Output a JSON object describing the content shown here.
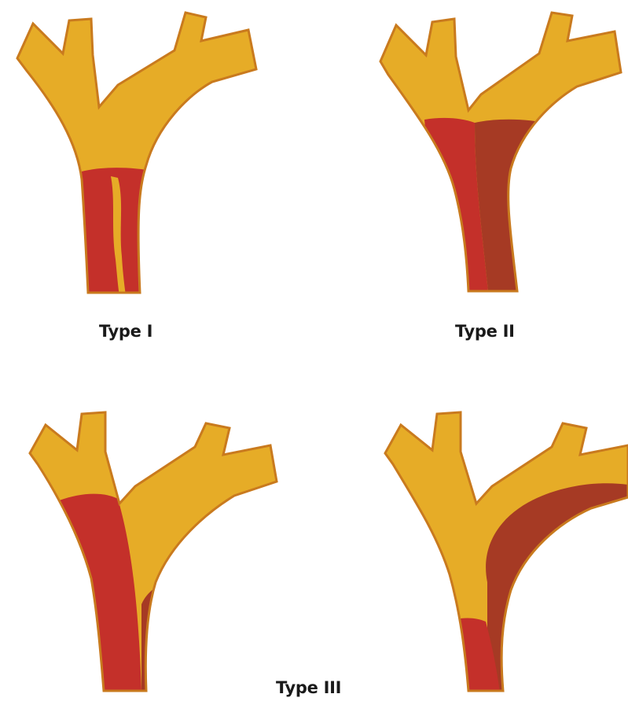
{
  "labels": {
    "type_1": "Type I",
    "type_2": "Type II",
    "type_3": "Type III"
  },
  "colors": {
    "background": "#ffffff",
    "vessel_fill": "#e6ac27",
    "vessel_outline": "#c97a1e",
    "clot_red": "#c4302a",
    "clot_dark": "#a63a24"
  }
}
